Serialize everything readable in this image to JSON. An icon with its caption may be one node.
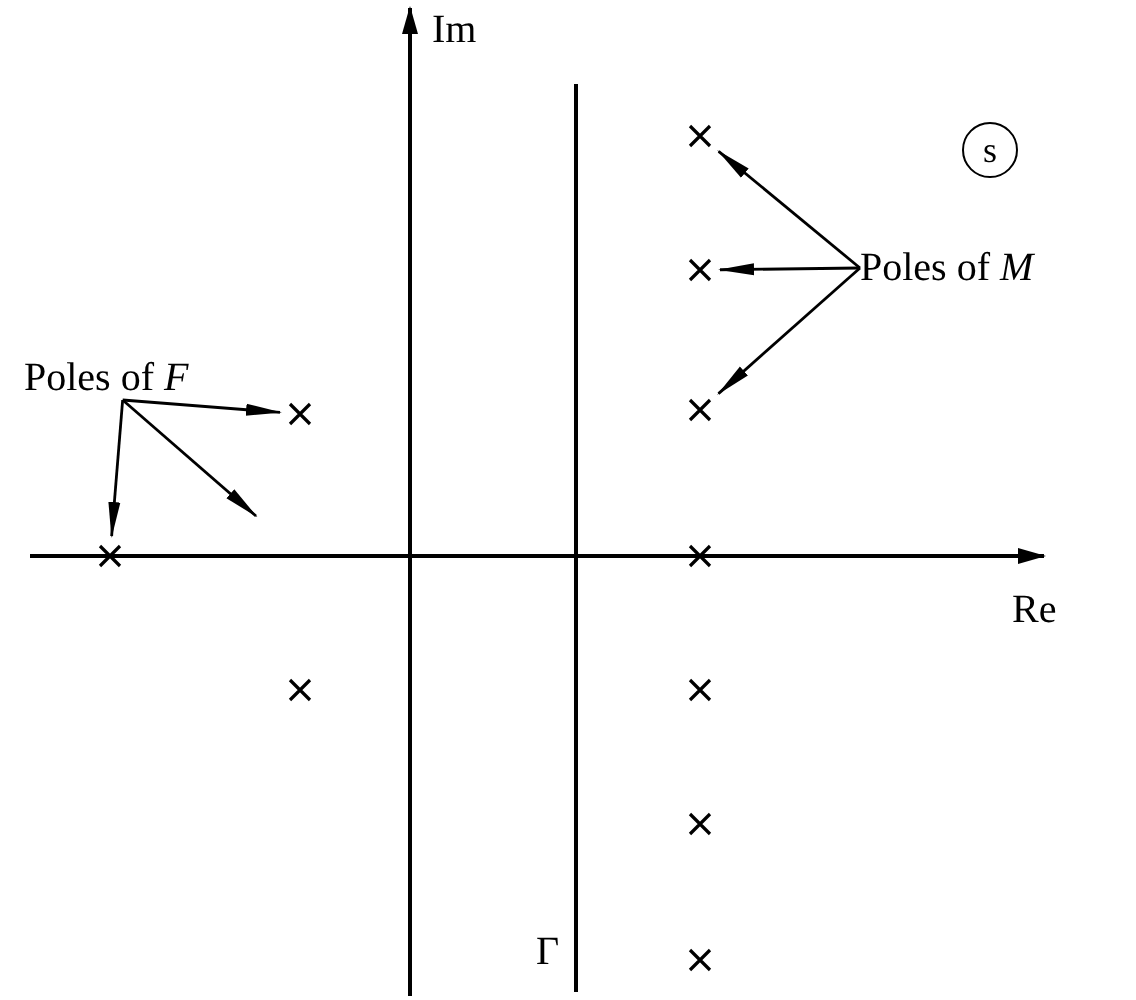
{
  "diagram": {
    "nodes": [
      {
        "text": [
          "Poles of *F*"
        ]
      },
      {
        "text": [
          "Poles of *M*"
        ]
      },
      {
        "text": [
          "s"
        ]
      },
      {
        "text": [],
        "shape": "cross"
      },
      {
        "text": [],
        "shape": "cross"
      },
      {
        "text": [],
        "shape": "cross"
      },
      {
        "text": [],
        "shape": "cross"
      },
      {
        "text": [],
        "shape": "cross"
      },
      {
        "text": [],
        "shape": "cross"
      },
      {
        "text": [],
        "shape": "cross"
      },
      {
        "text": [],
        "shape": "cross"
      },
      {
        "text": [],
        "shape": "cross"
      },
      {
        "text": [],
        "shape": "cross"
      }
    ],
    "edges": [
      {
        "from": 0,
        "to": 4,
        "arrow": "to"
      },
      {
        "from": 0,
        "to": 3,
        "arrow": "to"
      },
      {
        "from": 0,
        "to": null,
        "arrow": "to"
      },
      {
        "from": 1,
        "to": 6,
        "arrow": "to"
      },
      {
        "from": 1,
        "to": 7,
        "arrow": "to"
      },
      {
        "from": 1,
        "to": 8,
        "arrow": "to"
      }
    ],
    "labels": [
      "Im",
      "Re",
      "Γ"
    ]
  }
}
